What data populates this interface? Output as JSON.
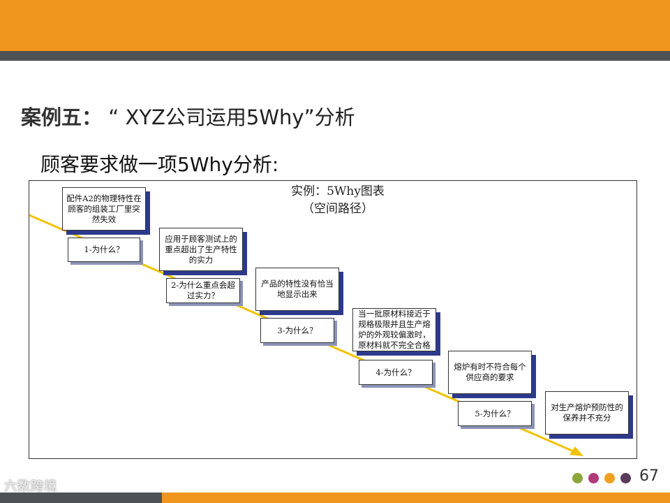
{
  "colors": {
    "header": "#f0961e",
    "bar": "#4f5254",
    "arrow": "#f2c200",
    "box_shadow": "#2c3a8c"
  },
  "slide": {
    "title_lead": "案例五：",
    "title_rest": "“ XYZ公司运用5Why”分析",
    "subtitle": "顾客要求做一项5Why分析:",
    "page_number": "67",
    "logo_text": "六数跨境"
  },
  "diagram": {
    "caption_line1": "实例：5Why图表",
    "caption_line2": "（空间路径）",
    "steps": [
      {
        "fact": "配件A2的物理特性在顾客的组装工厂里突然失效",
        "question": "1-为什么？"
      },
      {
        "fact": "应用于顾客测试上的重点超出了生产特性的实力",
        "question": "2-为什么重点会超过实力？"
      },
      {
        "fact": "产品的特性没有恰当地显示出来",
        "question": "3-为什么？"
      },
      {
        "fact": "当一批原材料接近于规格极限并且生产熔炉的外观较偏激时，原材料就不完全合格",
        "question": "4-为什么？"
      },
      {
        "fact": "熔炉有时不符合每个供应商的要求",
        "question": "5-为什么？"
      },
      {
        "fact": "对生产熔炉预防性的保养并不充分",
        "question": ""
      }
    ]
  },
  "footer_dots": [
    "#8ba63a",
    "#b03a78",
    "#f0a020",
    "#5a3a5a"
  ]
}
